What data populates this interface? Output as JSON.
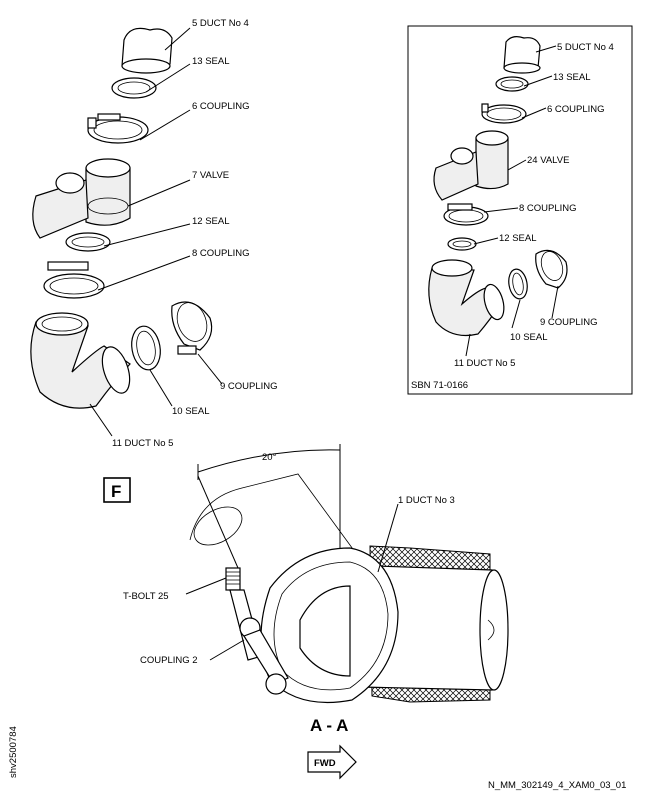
{
  "main_view": {
    "labels": {
      "duct4": "5 DUCT No 4",
      "seal13": "13 SEAL",
      "coupling6": "6 COUPLING",
      "valve7": "7 VALVE",
      "seal12": "12 SEAL",
      "coupling8": "8 COUPLING",
      "coupling9": "9 COUPLING",
      "seal10": "10 SEAL",
      "duct5": "11 DUCT No 5"
    }
  },
  "inset_view": {
    "labels": {
      "duct4": "5 DUCT No 4",
      "seal13": "13 SEAL",
      "coupling6": "6 COUPLING",
      "valve24": "24 VALVE",
      "coupling8": "8 COUPLING",
      "seal12": "12 SEAL",
      "seal10": "10 SEAL",
      "coupling9": "9 COUPLING",
      "duct5": "11 DUCT No 5"
    },
    "reference": "SBN 71-0166"
  },
  "detail_view": {
    "box_letter": "F",
    "angle": "20°",
    "labels": {
      "duct3": "1 DUCT No 3",
      "tbolt": "T-BOLT 25",
      "coupling2": "COUPLING 2"
    },
    "section_label": "A - A",
    "fwd_label": "FWD"
  },
  "footer": {
    "side_code": "shv2500784",
    "drawing_ref": "N_MM_302149_4_XAM0_03_01"
  }
}
